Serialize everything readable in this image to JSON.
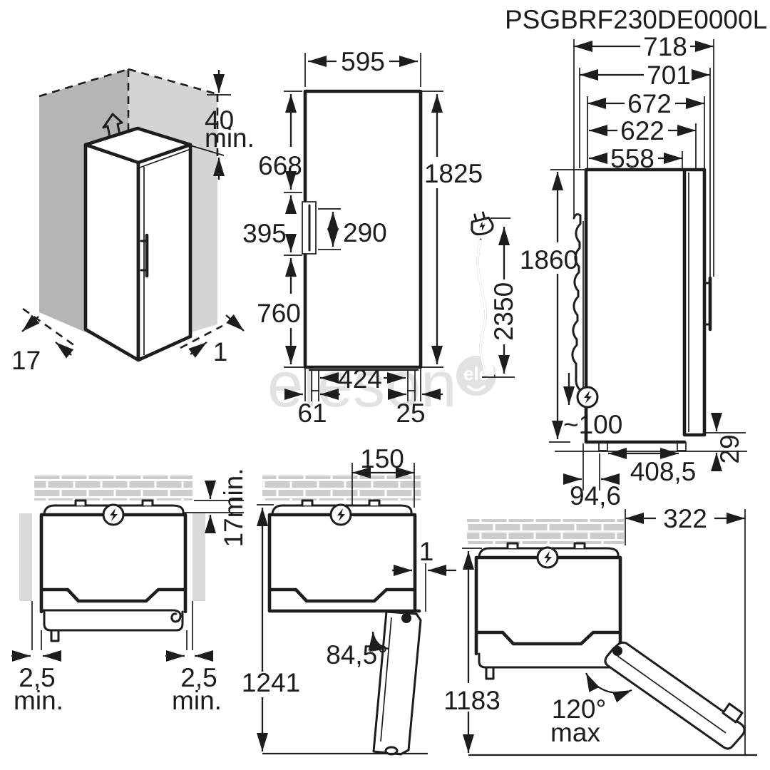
{
  "title": "PSGBRF230DE0000L",
  "watermark": {
    "text": "eleson",
    "badge": "ele"
  },
  "colors": {
    "line": "#1d1d1b",
    "wall_left": "#b5b5b5",
    "wall_right": "#d4d4d4",
    "brick": "#cdcdcd",
    "cabinet": "#d9d9d9",
    "watermark": "#e2e2e2"
  },
  "corner_view": {
    "top_clearance": "40",
    "top_clearance_unit": "min.",
    "left_clearance": "17",
    "right_clearance": "1"
  },
  "front_view": {
    "width": "595",
    "top_to_handle": "668",
    "handle_zone": "395",
    "handle_cutout": "290",
    "height": "1825",
    "handle_to_floor": "760",
    "feet_span": "424",
    "foot_offset_left": "61",
    "foot_offset_right": "25"
  },
  "power_cord": {
    "length": "2350"
  },
  "side_view": {
    "depth_total": "718",
    "depth_701": "701",
    "depth_672": "672",
    "depth_622": "622",
    "depth_no_door": "558",
    "height": "1860",
    "socket_height": "~100",
    "feet_span": "408,5",
    "rear_offset": "94,6",
    "base_height": "29"
  },
  "top_view_closed": {
    "rear_gap": "17min.",
    "left_gap_value": "2,5",
    "left_gap_unit": "min.",
    "right_gap_value": "2,5",
    "right_gap_unit": "min."
  },
  "top_view_85": {
    "wall_offset": "150",
    "side_gap": "1",
    "door_angle": "84,5°",
    "depth_open": "1241"
  },
  "top_view_120": {
    "door_swing": "322",
    "door_angle": "120°",
    "door_angle_unit": "max",
    "depth_open": "1183"
  }
}
